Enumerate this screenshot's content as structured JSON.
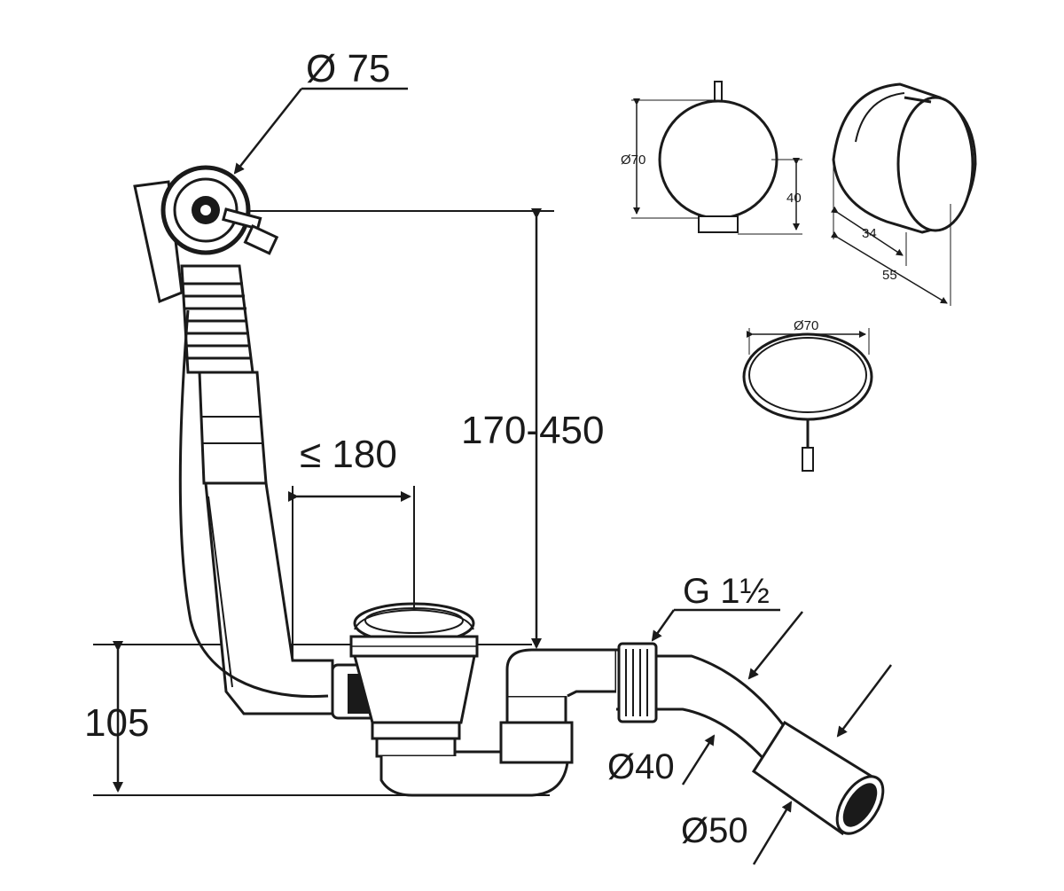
{
  "labels": {
    "overflow_diameter": "Ø 75",
    "max_distance": "≤ 180",
    "height_range": "170-450",
    "height_low": "105",
    "thread": "G 1½",
    "pipe_d40": "Ø40",
    "pipe_d50": "Ø50"
  },
  "detail_side": {
    "diameter": "Ø70",
    "height": "40"
  },
  "detail_cap": {
    "depth_inner": "34",
    "depth_outer": "55"
  },
  "detail_plug": {
    "diameter": "Ø70"
  },
  "colors": {
    "line": "#1a1a1a",
    "background": "#ffffff"
  }
}
